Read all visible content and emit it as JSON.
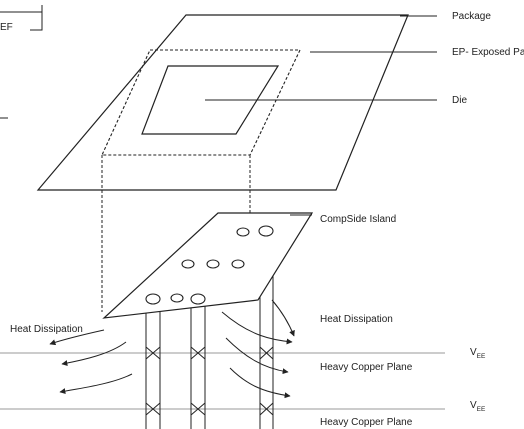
{
  "labels": {
    "package": "Package",
    "exposed_pad": "EP- Exposed Pad",
    "die": "Die",
    "compside_island": "CompSide Island",
    "heat_dissipation_right": "Heat Dissipation",
    "heat_dissipation_left": "Heat Dissipation",
    "heavy_copper_plane_1": "Heavy Copper Plane",
    "heavy_copper_plane_2": "Heavy Copper Plane",
    "vee_1_main": "V",
    "vee_1_sub": "EE",
    "vee_2_main": "V",
    "vee_2_sub": "EE",
    "corner_fragment": "EF"
  },
  "colors": {
    "line": "#222222",
    "plane": "#9a9a9a",
    "background": "#ffffff"
  }
}
